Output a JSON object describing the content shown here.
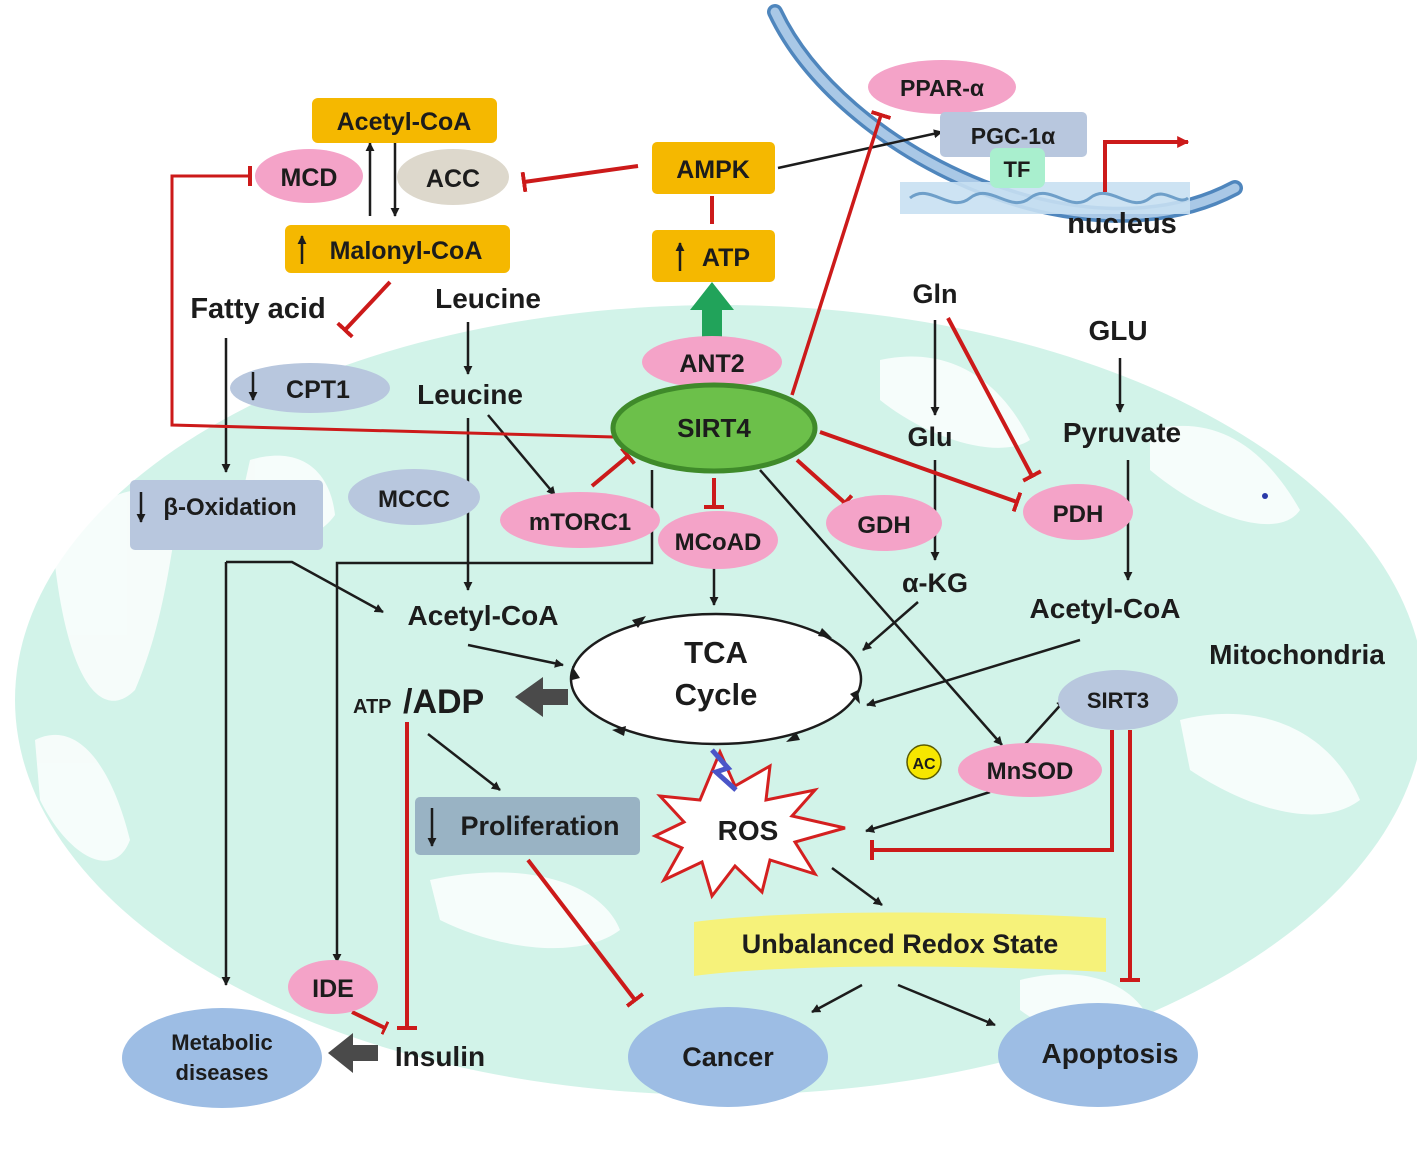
{
  "colors": {
    "mitochondria": "#d2f3e9",
    "orange": "#f5b800",
    "pink": "#f4a3c8",
    "gray_blue": "#b8c7de",
    "blue": "#9dbde4",
    "green": "#6cc04a",
    "green_arrow": "#21a35a",
    "tf_green": "#a9efce",
    "red": "#cc1a1a",
    "yellow": "#f6f27a",
    "nucleus_arc": "#7fa9d1"
  },
  "labels": {
    "acetyl_coa_top": "Acetyl-CoA",
    "mcd": "MCD",
    "acc": "ACC",
    "malonyl_coa": "Malonyl-CoA",
    "ampk": "AMPK",
    "atp": "ATP",
    "ppar": "PPAR-α",
    "pgc": "PGC-1α",
    "tf": "TF",
    "nucleus": "nucleus",
    "fatty_acid": "Fatty acid",
    "leucine_top": "Leucine",
    "leucine_mid": "Leucine",
    "cpt1": "CPT1",
    "ant2": "ANT2",
    "sirt4": "SIRT4",
    "gln": "Gln",
    "glu_upper": "GLU",
    "glu": "Glu",
    "pyruvate": "Pyruvate",
    "beta_oxidation": "β-Oxidation",
    "mccc": "MCCC",
    "mtorc1": "mTORC1",
    "mcoad": "MCoAD",
    "gdh": "GDH",
    "pdh": "PDH",
    "akg": "α-KG",
    "acetyl_coa_left": "Acetyl-CoA",
    "acetyl_coa_right": "Acetyl-CoA",
    "tca_line1": "TCA",
    "tca_line2": "Cycle",
    "mitochondria": "Mitochondria",
    "atp_small": "ATP",
    "adp": "/ADP",
    "sirt3": "SIRT3",
    "ac": "AC",
    "mnsod": "MnSOD",
    "proliferation": "Proliferation",
    "ros": "ROS",
    "redox": "Unbalanced Redox State",
    "ide": "IDE",
    "metabolic_line1": "Metabolic",
    "metabolic_line2": "diseases",
    "insulin": "Insulin",
    "cancer": "Cancer",
    "apoptosis": "Apoptosis"
  }
}
